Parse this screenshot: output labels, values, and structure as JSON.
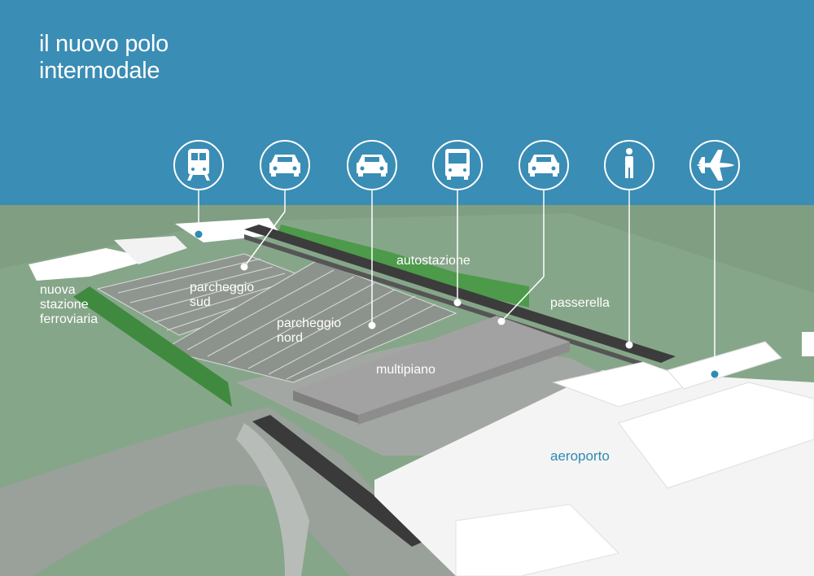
{
  "title": {
    "line1": "il nuovo polo",
    "line2": "intermodale"
  },
  "colors": {
    "sky": "#3a8db4",
    "ground": "#7f9e82",
    "accent": "#2f8bb2",
    "icon_stroke": "#ffffff"
  },
  "icons": [
    {
      "name": "train-icon"
    },
    {
      "name": "car-icon"
    },
    {
      "name": "car-icon"
    },
    {
      "name": "bus-icon"
    },
    {
      "name": "car-icon"
    },
    {
      "name": "person-icon"
    },
    {
      "name": "airplane-icon"
    }
  ],
  "labels": {
    "nuova_line1": "nuova",
    "nuova_line2": "stazione",
    "nuova_line3": "ferroviaria",
    "parcheggio_sud_line1": "parcheggio",
    "parcheggio_sud_line2": "sud",
    "parcheggio_nord_line1": "parcheggio",
    "parcheggio_nord_line2": "nord",
    "autostazione": "autostazione",
    "passerella": "passerella",
    "multipiano": "multipiano",
    "aeroporto": "aeroporto"
  }
}
